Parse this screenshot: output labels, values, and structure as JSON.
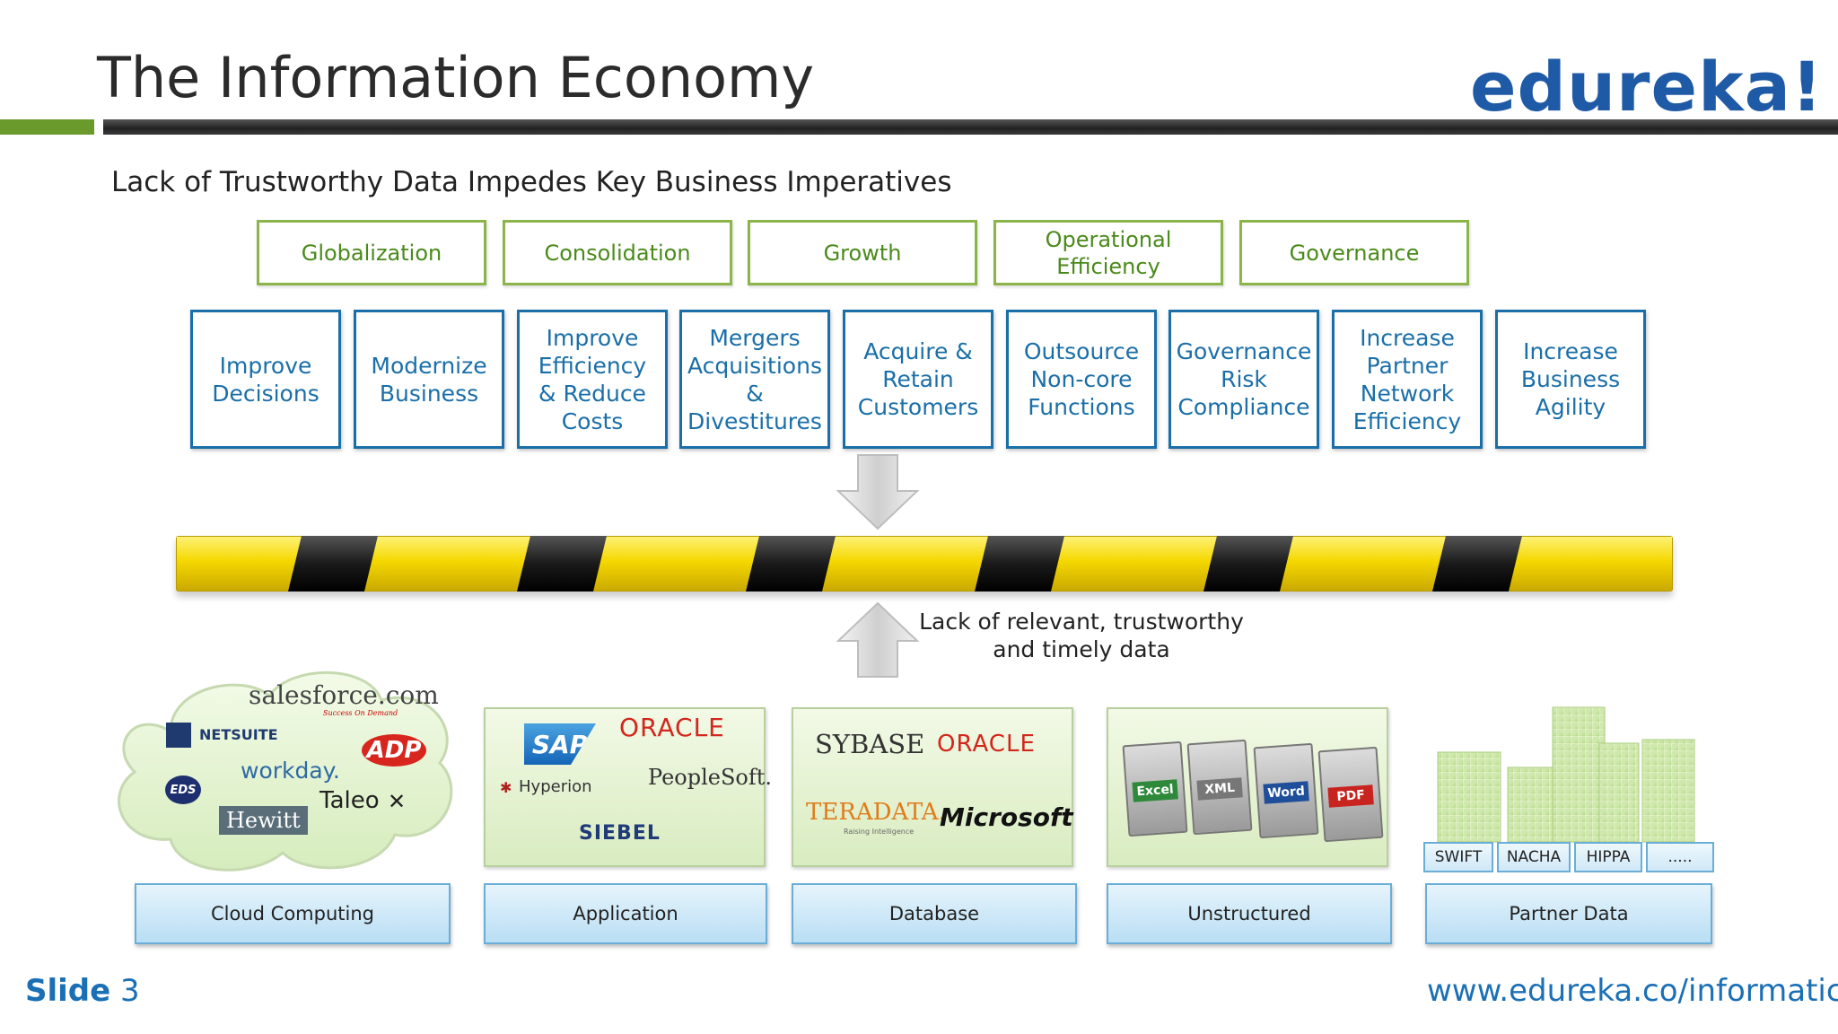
{
  "header": {
    "title": "The Information Economy",
    "logo_text": "edureka!",
    "colors": {
      "title": "#2b2b2b",
      "logo": "#1f5aa6",
      "accent_green": "#6a9a2c"
    }
  },
  "subtitle": "Lack of Trustworthy Data Impedes Key Business Imperatives",
  "imperatives": [
    "Globalization",
    "Consolidation",
    "Growth",
    "Operational Efficiency",
    "Governance"
  ],
  "objectives": [
    "Improve\nDecisions",
    "Modernize\nBusiness",
    "Improve\nEfficiency\n& Reduce\nCosts",
    "Mergers\nAcquisitions\n&\nDivestitures",
    "Acquire &\nRetain\nCustomers",
    "Outsource\nNon-core\nFunctions",
    "Governance\nRisk\nCompliance",
    "Increase\nPartner\nNetwork\nEfficiency",
    "Increase\nBusiness\nAgility"
  ],
  "barrier_caption": "Lack of relevant, trustworthy and timely data",
  "sources": {
    "cloud": {
      "label": "Cloud Computing",
      "brands": [
        "salesforce.com",
        "NETSUITE",
        "workday.",
        "ADP",
        "EDS",
        "Hewitt",
        "Taleo"
      ],
      "tagline": "Success On Demand"
    },
    "application": {
      "label": "Application",
      "brands": [
        "SAP",
        "ORACLE",
        "Hyperion",
        "PeopleSoft.",
        "SIEBEL"
      ]
    },
    "database": {
      "label": "Database",
      "brands": [
        "SYBASE",
        "ORACLE",
        "TERADATA.",
        "Microsoft"
      ],
      "teradata_tagline": "Raising Intelligence"
    },
    "unstructured": {
      "label": "Unstructured",
      "files": [
        "Excel",
        "XML",
        "Word",
        "PDF"
      ]
    },
    "partner": {
      "label": "Partner Data",
      "tags": [
        "SWIFT",
        "NACHA",
        "HIPPA",
        "....."
      ]
    }
  },
  "footer": {
    "slide_word": "Slide",
    "slide_number": "3",
    "url": "www.edureka.co/informatica"
  }
}
